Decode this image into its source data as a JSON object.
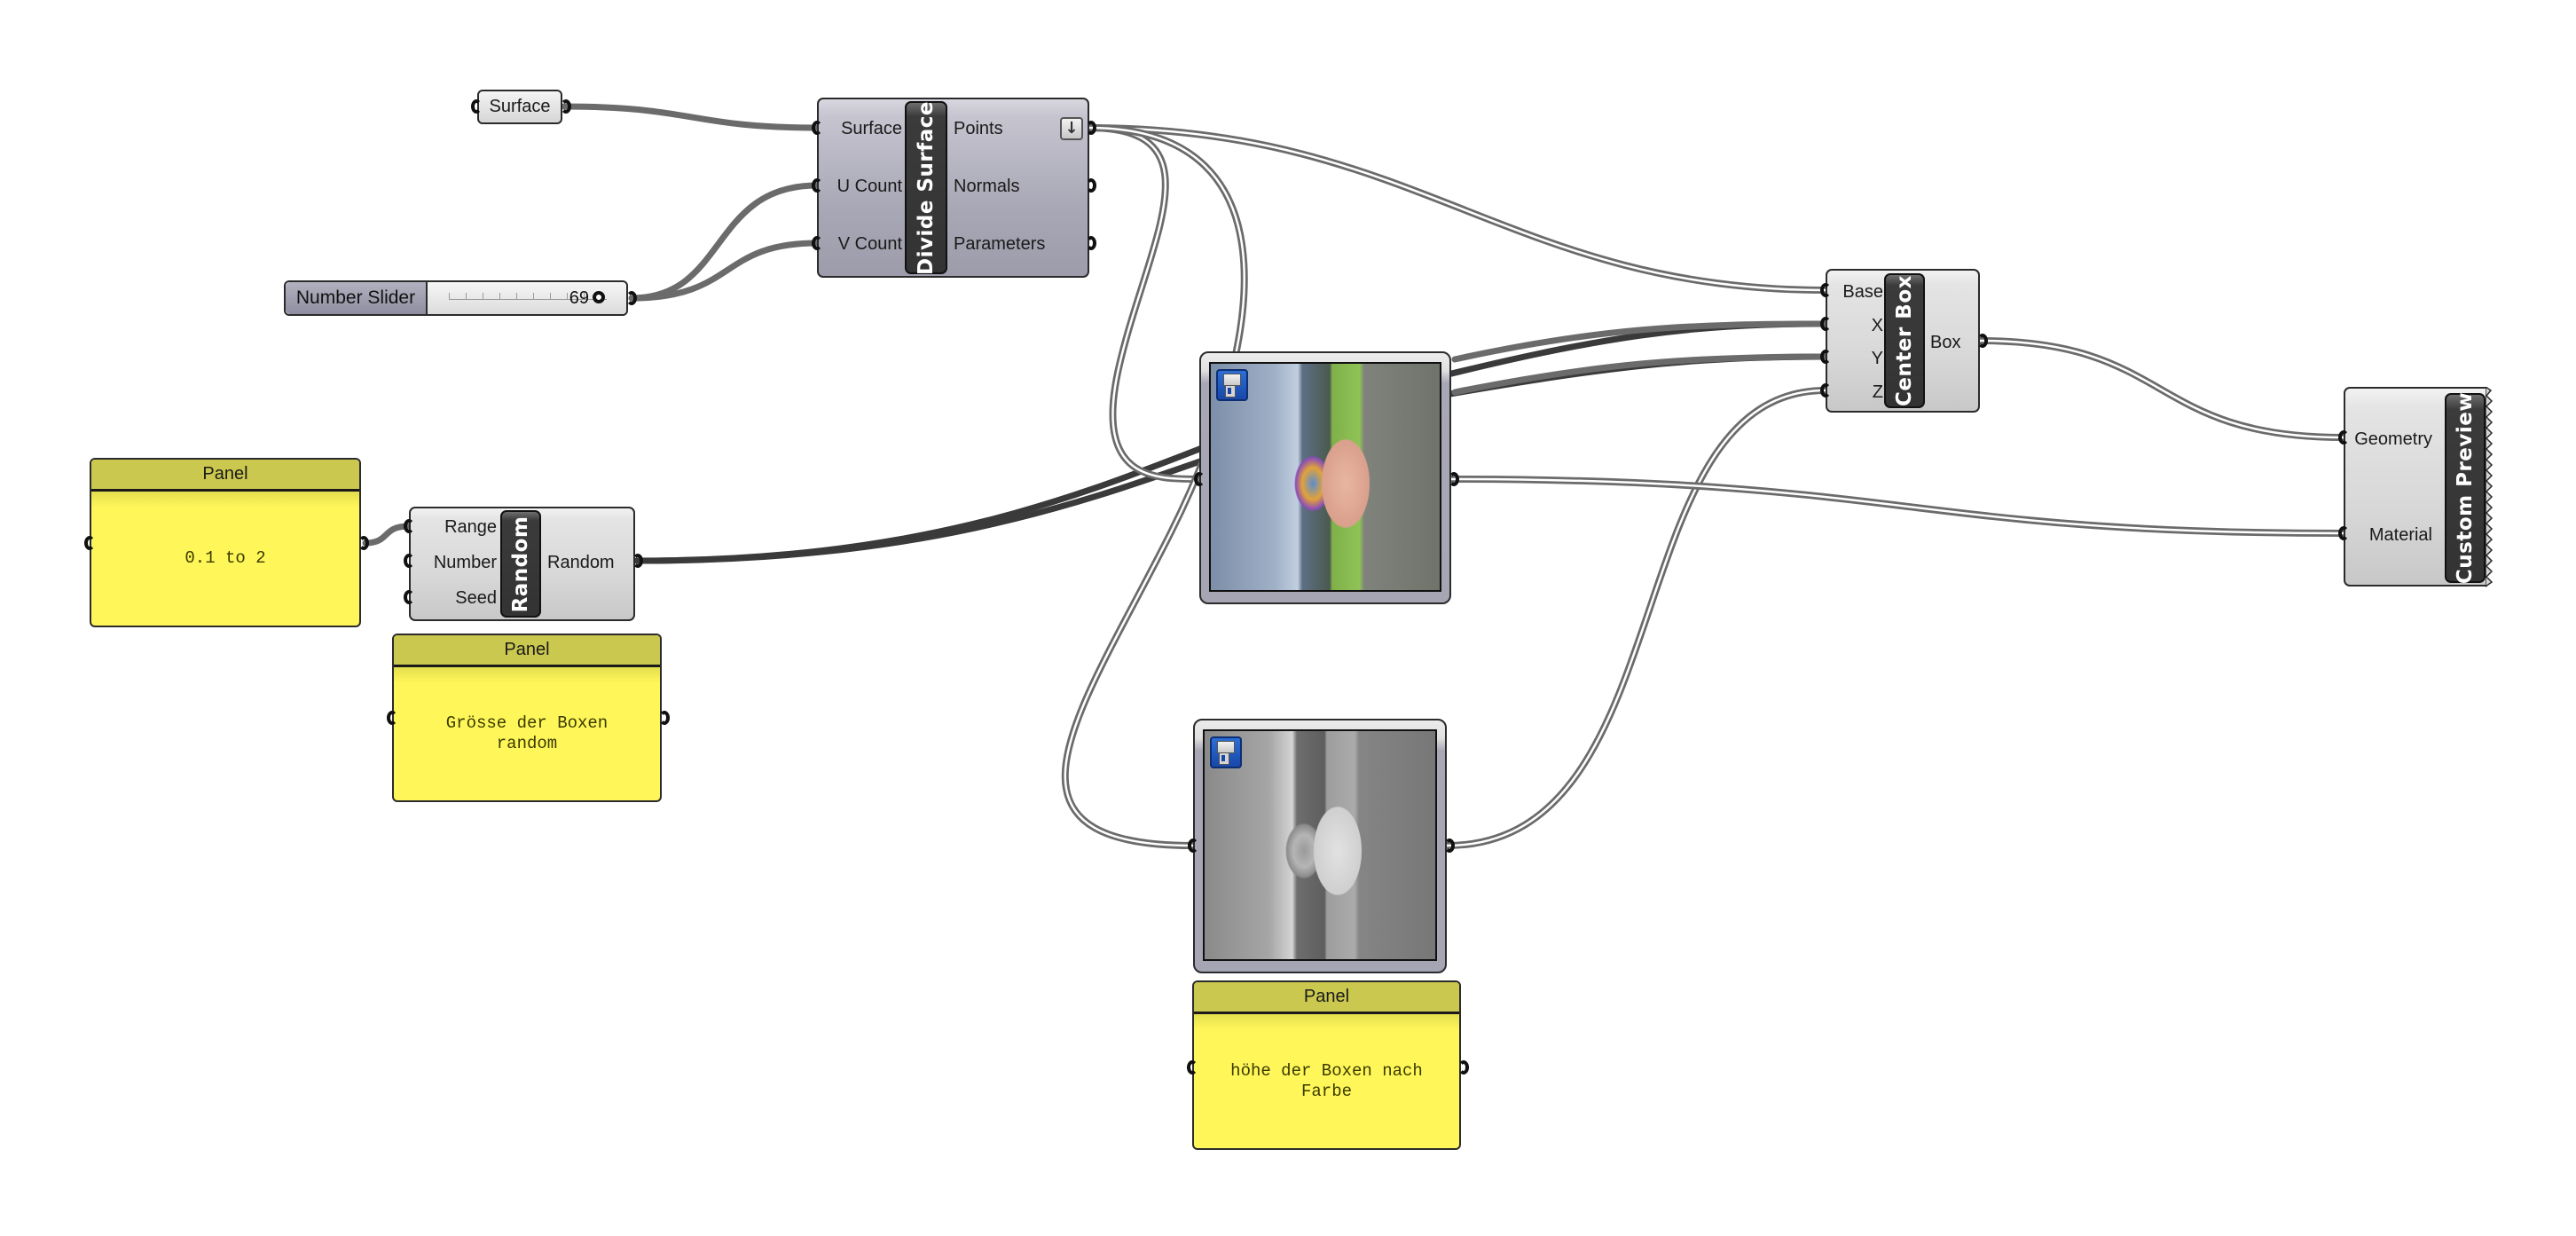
{
  "canvas": {
    "background": "#ffffff",
    "wire_color": "#6b6b6b"
  },
  "surface_param": {
    "label": "Surface"
  },
  "number_slider": {
    "label": "Number Slider",
    "value": "69"
  },
  "divide_surface": {
    "nickname": "Divide Surface",
    "inputs": [
      "Surface",
      "U Count",
      "V Count"
    ],
    "outputs": [
      "Points",
      "Normals",
      "Parameters"
    ],
    "menu_icon": "down-arrow-icon"
  },
  "panel_range": {
    "title": "Panel",
    "text": "0.1 to 2"
  },
  "random": {
    "nickname": "Random",
    "inputs": [
      "Range",
      "Number",
      "Seed"
    ],
    "outputs": [
      "Random"
    ]
  },
  "panel_random_note": {
    "title": "Panel",
    "text": "Grösse der Boxen\nrandom"
  },
  "image_sampler_color": {
    "icon": "floppy-disk-icon",
    "image_description": "Color photo (rotated 90°) of a person wearing glasses and a colorful party hat, sky with clouds, green grass"
  },
  "image_sampler_gray": {
    "icon": "floppy-disk-icon",
    "image_description": "Grayscale version of the same rotated photo"
  },
  "panel_height_note": {
    "title": "Panel",
    "text": "höhe der Boxen nach\nFarbe"
  },
  "center_box": {
    "nickname": "Center Box",
    "inputs": [
      "Base",
      "X",
      "Y",
      "Z"
    ],
    "outputs": [
      "Box"
    ]
  },
  "custom_preview": {
    "nickname": "Custom Preview",
    "inputs": [
      "Geometry",
      "Material"
    ]
  },
  "colors": {
    "panel_yellow": "#fff75a",
    "panel_header": "#cbc84f",
    "component_grey": "#d8d8d8",
    "component_purple": "#a9a8b6",
    "nickname_bar": "#333333"
  }
}
